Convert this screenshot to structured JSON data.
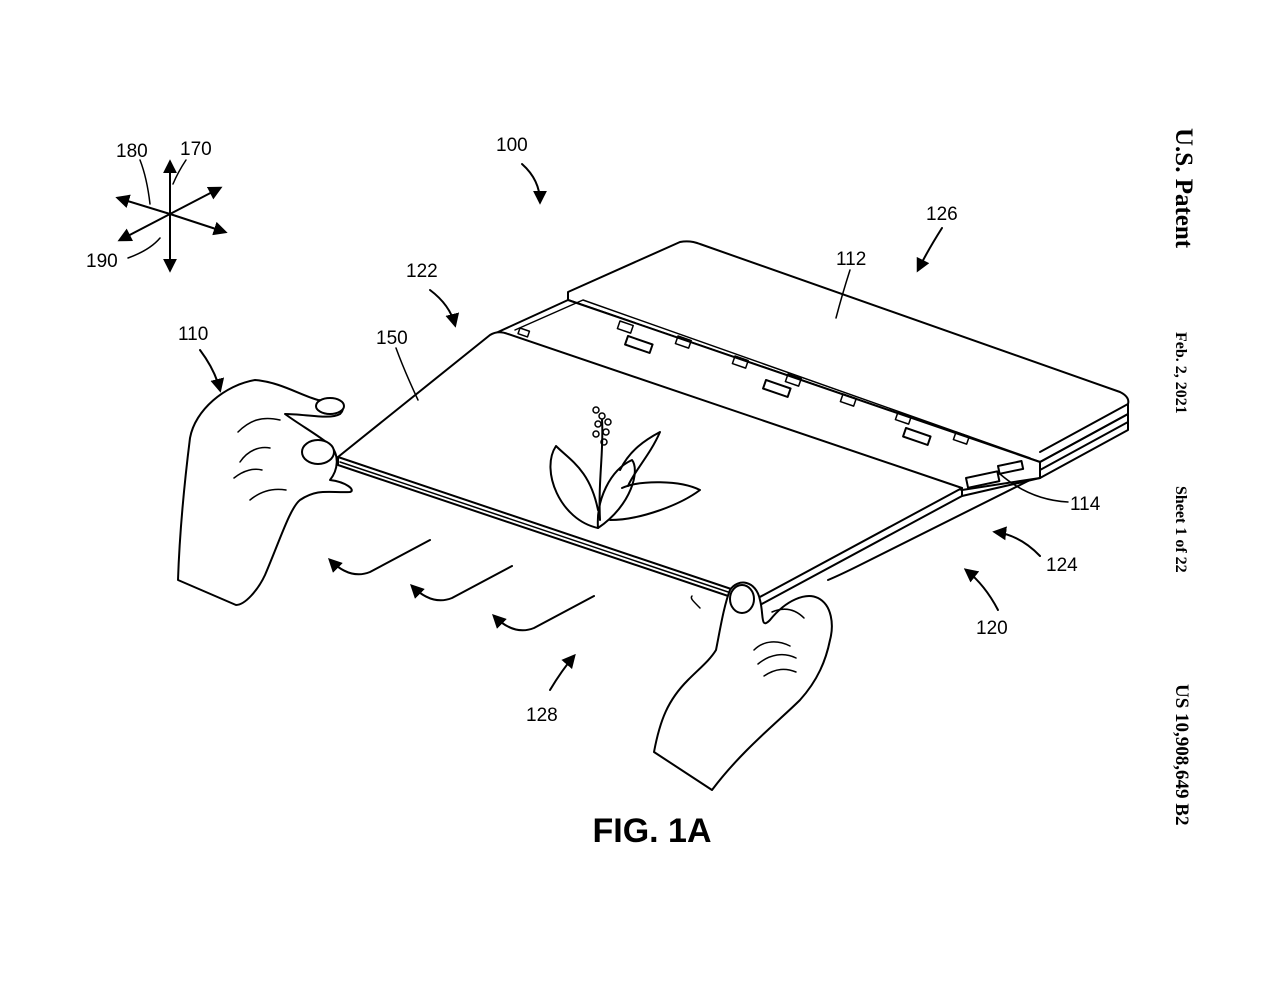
{
  "header": {
    "patent_office": "U.S. Patent",
    "date": "Feb. 2, 2021",
    "sheet": "Sheet 1 of 22",
    "patent_number": "US 10,908,649 B2"
  },
  "figure": {
    "caption": "FIG. 1A",
    "labels": {
      "l100": "100",
      "l110": "110",
      "l112": "112",
      "l114": "114",
      "l120": "120",
      "l122": "122",
      "l124": "124",
      "l126": "126",
      "l128": "128",
      "l150": "150",
      "l170": "170",
      "l180": "180",
      "l190": "190"
    }
  }
}
